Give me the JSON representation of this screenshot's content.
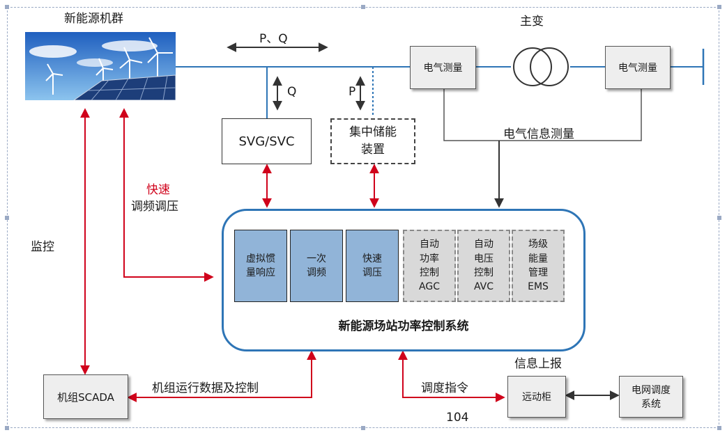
{
  "renewable_cluster": {
    "title": "新能源机群"
  },
  "main_transformer": {
    "title": "主变"
  },
  "flows": {
    "pq": "P、Q",
    "q": "Q",
    "p": "P"
  },
  "svg_svc": {
    "label": "SVG/SVC"
  },
  "storage": {
    "line1": "集中储能",
    "line2": "装置"
  },
  "meter_left": {
    "label": "电气测量"
  },
  "meter_right": {
    "label": "电气测量"
  },
  "info_measure": {
    "label": "电气信息测量"
  },
  "fast_label": {
    "line1": "快速",
    "line2": "调频调压"
  },
  "monitor_label": "监控",
  "power_control_system": {
    "title": "新能源场站功率控制系统",
    "modules": [
      {
        "l1": "虚拟惯",
        "l2": "量响应",
        "l3": "",
        "l4": ""
      },
      {
        "l1": "一次",
        "l2": "调频",
        "l3": "",
        "l4": ""
      },
      {
        "l1": "快速",
        "l2": "调压",
        "l3": "",
        "l4": ""
      },
      {
        "l1": "自动",
        "l2": "功率",
        "l3": "控制",
        "l4": "AGC"
      },
      {
        "l1": "自动",
        "l2": "电压",
        "l3": "控制",
        "l4": "AVC"
      },
      {
        "l1": "场级",
        "l2": "能量",
        "l3": "管理",
        "l4": "EMS"
      }
    ]
  },
  "scada": {
    "label": "机组SCADA"
  },
  "unit_data_label": "机组运行数据及控制",
  "dispatch_cmd_label": "调度指令",
  "info_report_label": "信息上报",
  "protocol_label": "104",
  "rtu": {
    "label": "远动柜"
  },
  "grid_dispatch": {
    "line1": "电网调度",
    "line2": "系统"
  },
  "colors": {
    "bus": "#2e75b6",
    "control_arrow": "#d0021b",
    "highlight_module": "#91b4d8"
  }
}
